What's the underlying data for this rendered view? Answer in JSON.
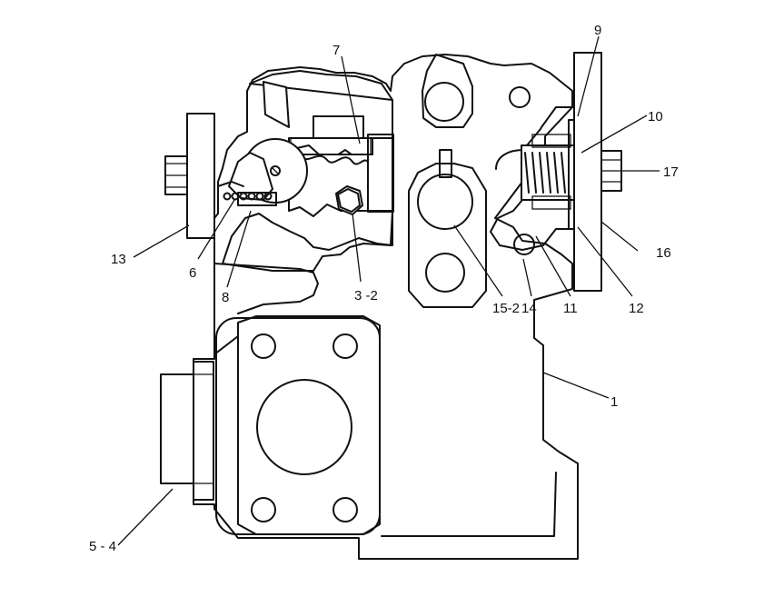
{
  "diagram": {
    "callouts": [
      {
        "id": "c7",
        "label": "7"
      },
      {
        "id": "c9",
        "label": "9"
      },
      {
        "id": "c10",
        "label": "10"
      },
      {
        "id": "c17",
        "label": "17"
      },
      {
        "id": "c16",
        "label": "16"
      },
      {
        "id": "c13",
        "label": "13"
      },
      {
        "id": "c6",
        "label": "6"
      },
      {
        "id": "c8",
        "label": "8"
      },
      {
        "id": "c3-2",
        "label": "3 -2"
      },
      {
        "id": "c15-2",
        "label": "15-2"
      },
      {
        "id": "c14",
        "label": "14"
      },
      {
        "id": "c11",
        "label": "11"
      },
      {
        "id": "c12",
        "label": "12"
      },
      {
        "id": "c1",
        "label": "1"
      },
      {
        "id": "c5-4",
        "label": "5 - 4"
      }
    ]
  }
}
